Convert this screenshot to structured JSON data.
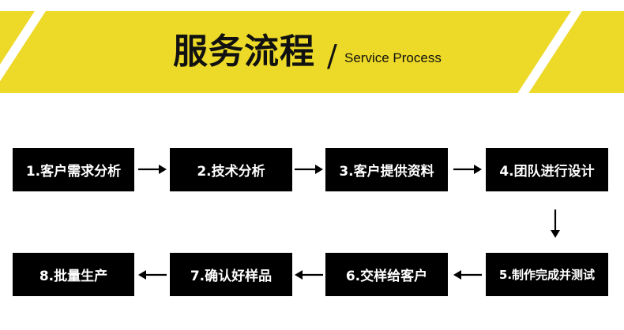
{
  "header": {
    "title": "服务流程",
    "slash": "/",
    "subtitle": "Service Process"
  },
  "steps": [
    "1.客户需求分析",
    "2.技术分析",
    "3.客户提供资料",
    "4.团队进行设计",
    "5.制作完成并测试",
    "6.交样给客户",
    "7.确认好样品",
    "8.批量生产"
  ],
  "colors": {
    "banner": "#ecd928",
    "box": "#000000",
    "box_text": "#ffffff",
    "arrow": "#000000"
  }
}
